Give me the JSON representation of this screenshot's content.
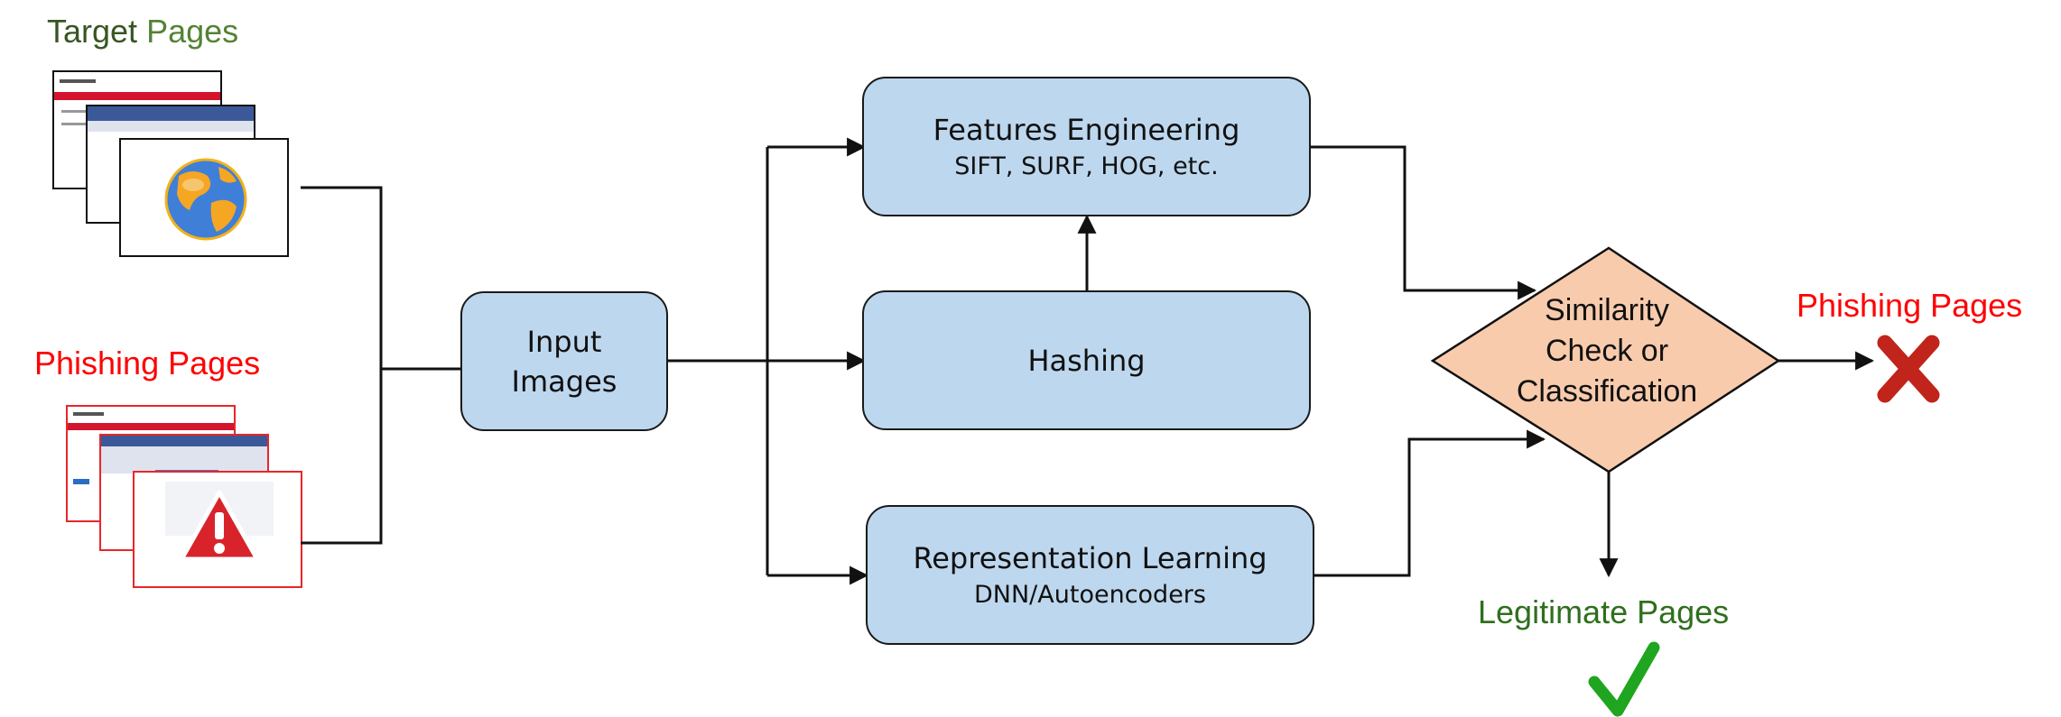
{
  "target_group": {
    "word1": "Target",
    "word2": "Pages"
  },
  "phishing_group": {
    "label": "Phishing Pages"
  },
  "nodes": {
    "input": {
      "line1": "Input",
      "line2": "Images"
    },
    "features": {
      "title": "Features Engineering",
      "subtitle": "SIFT, SURF, HOG, etc."
    },
    "hashing": {
      "title": "Hashing"
    },
    "representation": {
      "title": "Representation Learning",
      "subtitle": "DNN/Autoencoders"
    },
    "decision": {
      "line1": "Similarity",
      "line2": "Check or",
      "line3": "Classification"
    }
  },
  "outcomes": {
    "phishing": {
      "label": "Phishing Pages",
      "icon": "cross-icon"
    },
    "legitimate": {
      "label": "Legitimate Pages",
      "icon": "check-icon"
    }
  },
  "colors": {
    "box_fill": "#bdd7ee",
    "diamond_fill": "#f8cbad",
    "phishing_red": "#ff0000",
    "target_dark_green": "#375623",
    "target_green": "#548235",
    "legit_green": "#2f6f1e",
    "check_green": "#1fa51f",
    "cross_red": "#c0241b"
  }
}
